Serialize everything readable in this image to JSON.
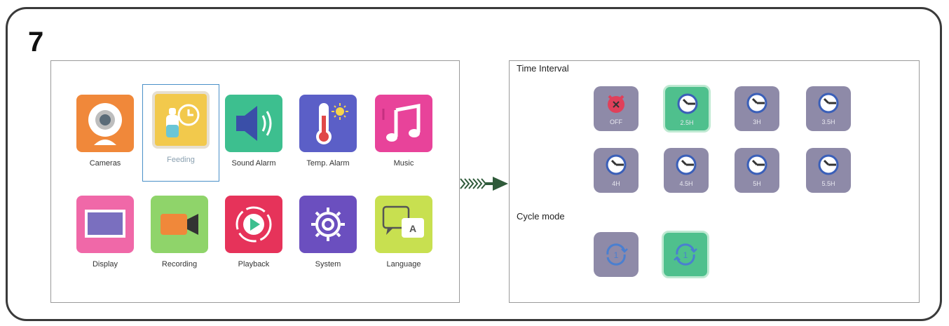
{
  "step_number": "7",
  "menu": {
    "apps": [
      {
        "label": "Cameras",
        "icon": "camera-icon",
        "color": "#f0883a"
      },
      {
        "label": "Feeding",
        "icon": "bottle-clock-icon",
        "color": "#f2c94c",
        "selected": true
      },
      {
        "label": "Sound Alarm",
        "icon": "speaker-icon",
        "color": "#3dbf8f"
      },
      {
        "label": "Temp. Alarm",
        "icon": "thermometer-icon",
        "color": "#5b5fc7"
      },
      {
        "label": "Music",
        "icon": "music-note-icon",
        "color": "#e8439a"
      },
      {
        "label": "Display",
        "icon": "display-icon",
        "color": "#f068a8"
      },
      {
        "label": "Recording",
        "icon": "video-camera-icon",
        "color": "#8fd46a"
      },
      {
        "label": "Playback",
        "icon": "play-icon",
        "color": "#e6335a"
      },
      {
        "label": "System",
        "icon": "gear-icon",
        "color": "#6b4fbf"
      },
      {
        "label": "Language",
        "icon": "language-icon",
        "color": "#c8e050"
      }
    ]
  },
  "time_interval": {
    "title": "Time Interval",
    "options": [
      {
        "label": "OFF",
        "icon": "alarm-clock-off-icon",
        "active": false
      },
      {
        "label": "2.5H",
        "icon": "clock-icon",
        "active": true
      },
      {
        "label": "3H",
        "icon": "clock-icon",
        "active": false
      },
      {
        "label": "3.5H",
        "icon": "clock-icon",
        "active": false
      },
      {
        "label": "4H",
        "icon": "clock-icon",
        "active": false
      },
      {
        "label": "4.5H",
        "icon": "clock-icon",
        "active": false
      },
      {
        "label": "5H",
        "icon": "clock-icon",
        "active": false
      },
      {
        "label": "5.5H",
        "icon": "clock-icon",
        "active": false
      }
    ]
  },
  "cycle_mode": {
    "title": "Cycle mode",
    "options": [
      {
        "icon": "cycle-once-icon",
        "active": false
      },
      {
        "icon": "cycle-repeat-icon",
        "active": true
      }
    ]
  },
  "colors": {
    "option_inactive": "#8e8aa8",
    "option_active": "#4fc08d",
    "selection_border": "#4a90c8"
  }
}
